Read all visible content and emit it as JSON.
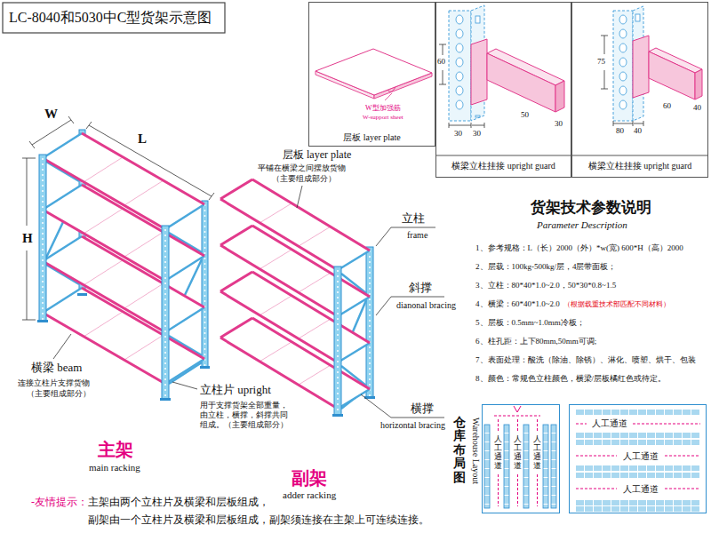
{
  "diagram": {
    "title": "LC-8040和5030中C型货架示意图",
    "nodes": [
      {
        "text": [
          "W型加强筋",
          "W-support sheet",
          "层板 layer plate"
        ]
      },
      {
        "text": [
          "横梁立柱挂接 upright guard"
        ]
      },
      {
        "text": [
          "横梁立柱挂接 upright guard"
        ]
      },
      {
        "text": [
          "人工通道",
          "人工通道",
          "人工通道"
        ]
      },
      {
        "text": [
          "人工通道",
          "人工通道",
          "人工通道"
        ]
      }
    ],
    "labels": [
      "W",
      "L",
      "H",
      "层板 layer plate",
      "平铺在横梁之间摆放货物",
      "（主要组成部分）",
      "立柱",
      "frame",
      "斜撑",
      "dianonal bracing",
      "横梁 beam",
      "连接立柱片支撑货物",
      "（主要组成部分）",
      "立柱片 upright",
      "用于支撑货架全部重量，由立柱，横撑，斜撑共同组成。（主要组成部分）",
      "横撑",
      "horizontal bracing",
      "主架",
      "main racking",
      "副架",
      "adder racking",
      "60",
      "30",
      "30",
      "50",
      "30",
      "75",
      "60",
      "80",
      "40",
      "40",
      "货架技术参数说明",
      "Parameter Description",
      "1、参考规格：L（长）2000（外）*w(宽) 600*H（高）2000",
      "2、层载：100kg-500kg/层，4层带面板；",
      "3、立柱：80*40*1.0~2.0，50*30*0.8~1.5",
      "4、横梁：60*40*1.0~2.0",
      "（根据载重技术部匹配不同材料）",
      "5、层板：0.5mm~1.0mm冷板；",
      "6、柱孔距：上下80mm,50mm可调;",
      "7、表面处理：酸洗（除油、除锈）、淋化、喷塑、烘干、包装",
      "8、颜色：常规色立柱颜色，横梁/层板橘红色或待定。",
      "仓库布局图",
      "Warehouse Layout",
      "-友情提示：",
      "主架由两个立柱片及横梁和层板组成，",
      "副架由一个立柱片及横梁和层板组成，副架须连接在主架上可连续连接。"
    ]
  }
}
